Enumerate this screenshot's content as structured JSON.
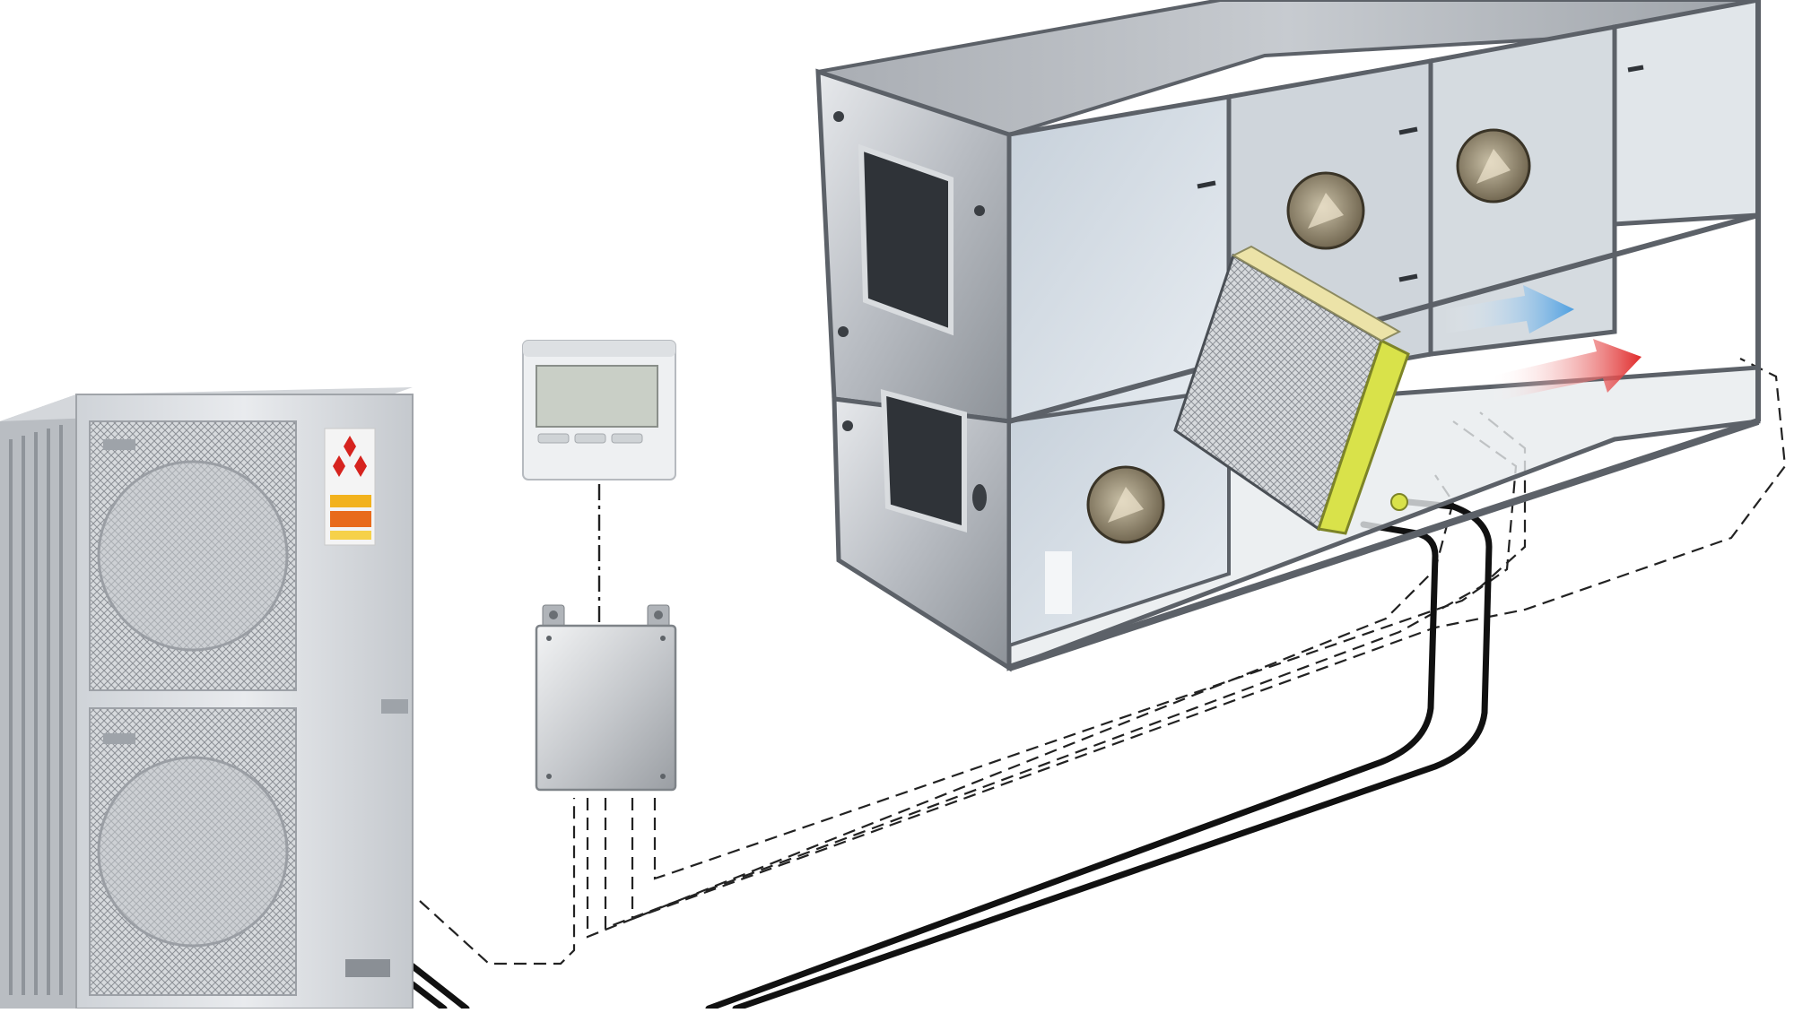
{
  "outdoor_unit": {
    "badge_1": "",
    "badge_2": "",
    "brand_mark": "three-diamond-logo"
  },
  "controller": {
    "display_value": "",
    "display_small": "",
    "device": "wired-remote-controller"
  },
  "control_box": {
    "device": "interface-control-box"
  },
  "air_handling_unit": {
    "device": "air-handling-unit",
    "coil": "dx-coil",
    "fans": [
      "fan-upper-left",
      "fan-upper-right",
      "fan-lower"
    ],
    "airflow_arrows": [
      {
        "name": "cold-air-arrow",
        "color": "#5aa7e0"
      },
      {
        "name": "warm-air-arrow",
        "color": "#e03a3a"
      }
    ]
  },
  "connections": {
    "refrigerant_pipe_color": "#111111",
    "signal_wire_color": "#222222",
    "coil_color": "#d9e24a"
  }
}
